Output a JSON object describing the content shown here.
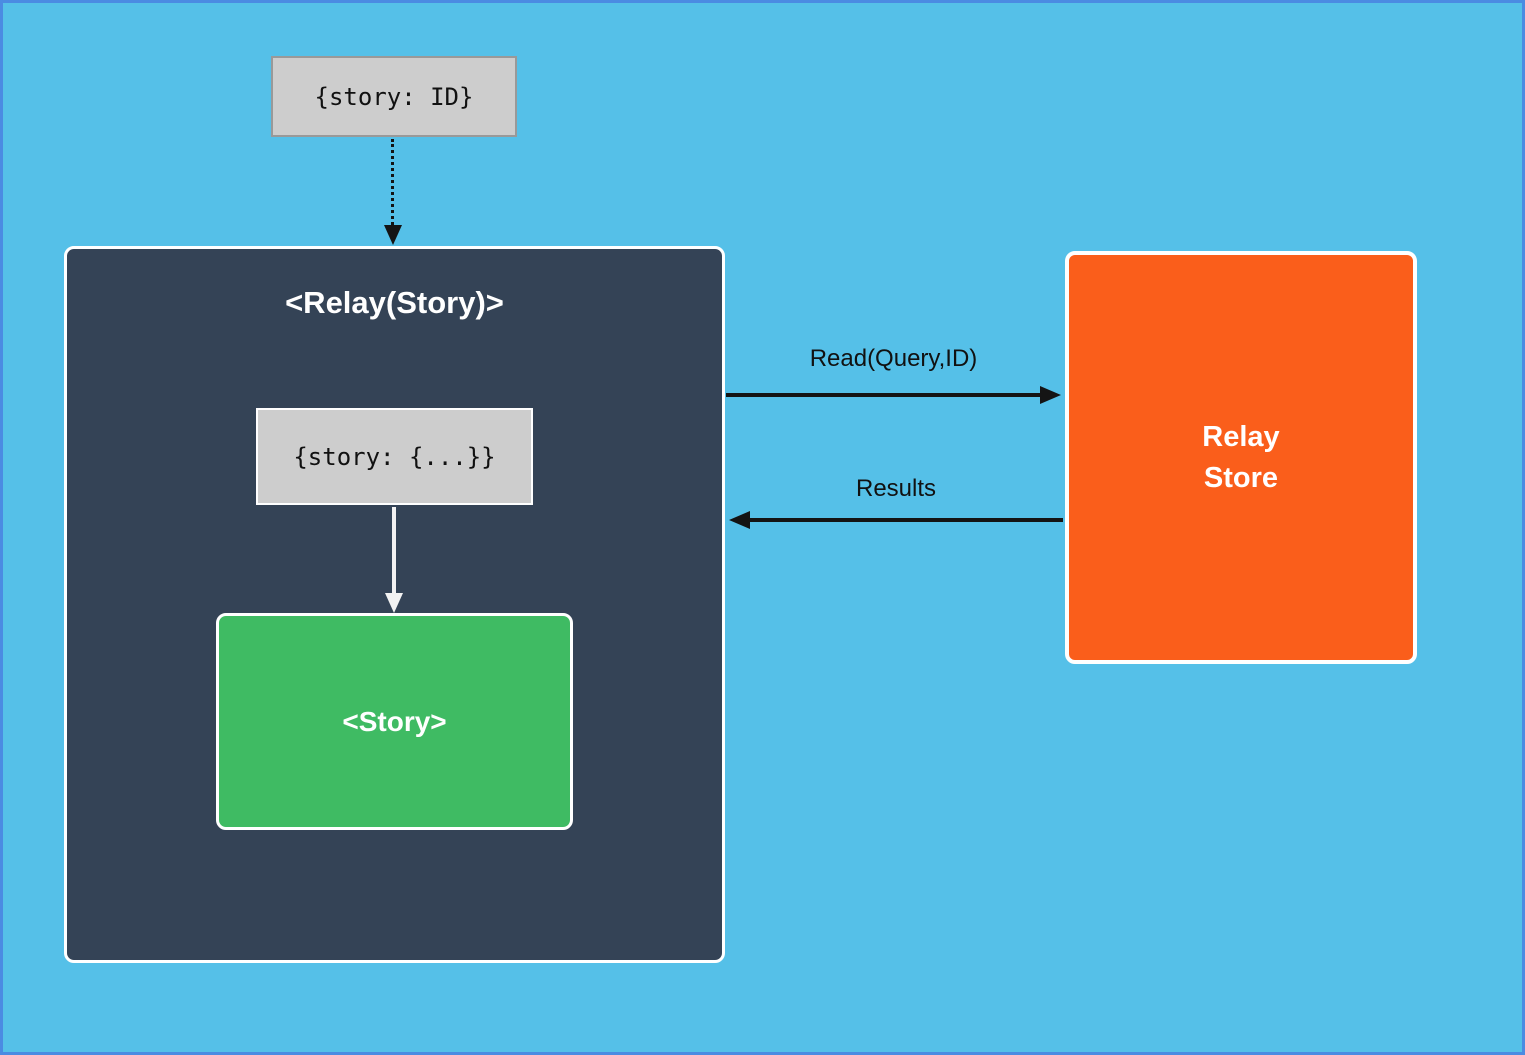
{
  "canvas": {
    "background_color": "#55c0e8",
    "page_border_color": "#4b8be2"
  },
  "nodes": {
    "story_id_box": {
      "label": "{story: ID}",
      "fill": "#cdcdcd",
      "border_color": "#999999"
    },
    "relay_container": {
      "title": "<Relay(Story)>",
      "fill": "#344356",
      "border_color": "#ffffff"
    },
    "story_props_box": {
      "label": "{story: {...}}",
      "fill": "#cdcdcd",
      "border_color": "#ffffff"
    },
    "story_box": {
      "label": "<Story>",
      "fill": "#3fbb63",
      "border_color": "#ffffff"
    },
    "relay_store_box": {
      "label": "Relay\nStore",
      "fill": "#fa5e1b",
      "border_color": "#ffffff"
    }
  },
  "edges": {
    "id_to_relay": {
      "style": "dotted-black",
      "direction": "down",
      "label": ""
    },
    "props_to_story": {
      "style": "solid-white",
      "direction": "down",
      "label": ""
    },
    "read_query": {
      "style": "solid-black",
      "direction": "right",
      "label": "Read(Query,ID)"
    },
    "results": {
      "style": "solid-black",
      "direction": "left",
      "label": "Results"
    }
  }
}
